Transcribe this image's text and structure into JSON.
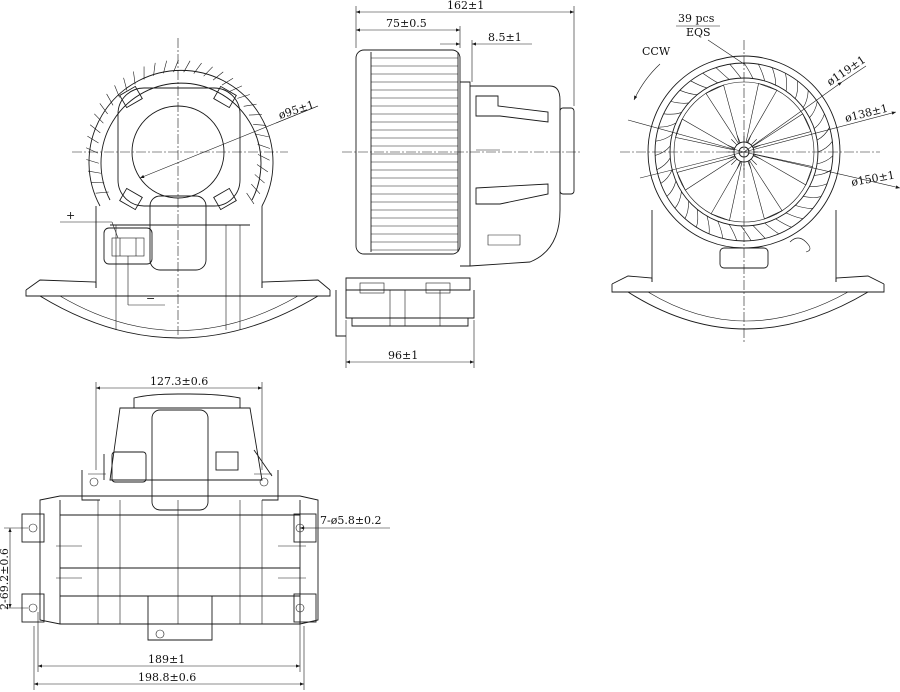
{
  "dimensions": {
    "overall_length": "162±1",
    "wheel_width": "75±0.5",
    "offset": "8.5±1",
    "base_depth": "96±1",
    "motor_diameter": "ø95±1",
    "blade_count": "39 pcs",
    "blade_spacing": "EQS",
    "rotation": "CCW",
    "inner_diameter": "ø119±1",
    "mid_diameter": "ø138±1",
    "outer_diameter": "ø150±1",
    "top_width": "127.3±0.6",
    "hole_spec": "7-ø5.8±0.2",
    "hole_pitch_vertical": "2-69.2±0.6",
    "hole_pitch_horizontal": "189±1",
    "base_width": "198.8±0.6"
  },
  "terminals": {
    "positive": "+",
    "negative": "−"
  }
}
